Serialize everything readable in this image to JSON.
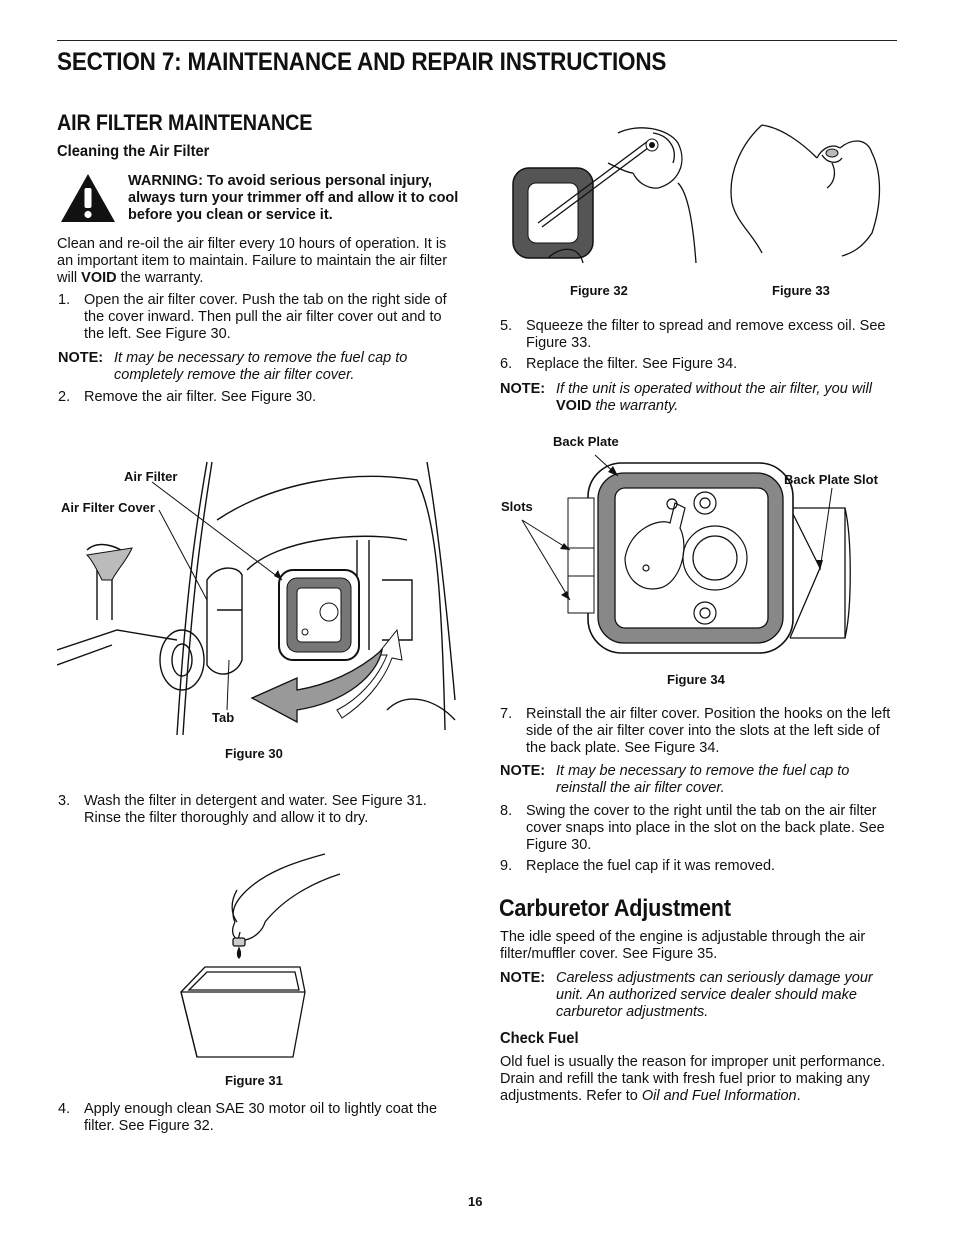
{
  "section_title": "SECTION 7:  MAINTENANCE AND REPAIR INSTRUCTIONS",
  "air_filter": {
    "title": "AIR FILTER MAINTENANCE",
    "subtitle": "Cleaning the Air Filter",
    "warning": "WARNING: To avoid serious personal injury, always turn your trimmer off and allow it to cool before you clean or service it.",
    "intro_1": "Clean and re-oil the air filter every 10 hours of operation. It is an important item to maintain. Failure to maintain the air filter will ",
    "intro_void": "VOID",
    "intro_2": " the warranty.",
    "step1_num": "1.",
    "step1": "Open the air filter cover. Push the tab on the right side of the cover inward. Then pull the air filter cover out and to the left. See Figure 30.",
    "note_label": "NOTE:",
    "note1": "It may be necessary to remove the fuel cap to completely remove the air filter cover.",
    "step2_num": "2.",
    "step2": "Remove the air filter. See Figure 30.",
    "fig30_label_filter": "Air Filter",
    "fig30_label_cover": "Air Filter Cover",
    "fig30_label_tab": "Tab",
    "fig30_caption": "Figure 30",
    "step3_num": "3.",
    "step3": "Wash the filter in detergent and water. See Figure 31. Rinse the filter thoroughly and allow it to dry.",
    "fig31_caption": "Figure 31",
    "step4_num": "4.",
    "step4": "Apply enough clean SAE 30 motor oil to lightly coat the filter. See Figure 32."
  },
  "right_col": {
    "fig32_caption": "Figure 32",
    "fig33_caption": "Figure 33",
    "step5_num": "5.",
    "step5": "Squeeze the filter to spread and remove excess oil. See Figure 33.",
    "step6_num": "6.",
    "step6": "Replace the filter. See Figure 34.",
    "note2_1": "If the unit is operated without the air filter, you will ",
    "note2_void": "VOID",
    "note2_2": " the warranty.",
    "fig34_label_backplate": "Back Plate",
    "fig34_label_slot": "Back Plate Slot",
    "fig34_label_slots": "Slots",
    "fig34_caption": "Figure 34",
    "step7_num": "7.",
    "step7": "Reinstall the air filter cover. Position the hooks on the left side of the air filter cover into the slots at the left side of the back plate. See Figure 34.",
    "note3": "It may be necessary to remove the fuel cap to reinstall the air filter cover.",
    "step8_num": "8.",
    "step8": "Swing the cover to the right until the tab on the air filter cover snaps into place in the slot on the back plate. See Figure 30.",
    "step9_num": "9.",
    "step9": "Replace the fuel cap if it was removed."
  },
  "carburetor": {
    "title": "Carburetor Adjustment",
    "intro": "The idle speed of the engine is adjustable through the air filter/muffler cover. See Figure 35.",
    "note": "Careless adjustments can seriously damage your unit. An authorized service dealer should make carburetor adjustments.",
    "check_fuel_title": "Check Fuel",
    "check_fuel_1": "Old fuel is usually the reason for improper unit performance. Drain and refill the tank with fresh fuel prior to making any adjustments. Refer to ",
    "check_fuel_ref": "Oil and Fuel Information",
    "check_fuel_2": "."
  },
  "page_number": "16",
  "icons": {
    "warning": "warning-triangle-icon"
  }
}
